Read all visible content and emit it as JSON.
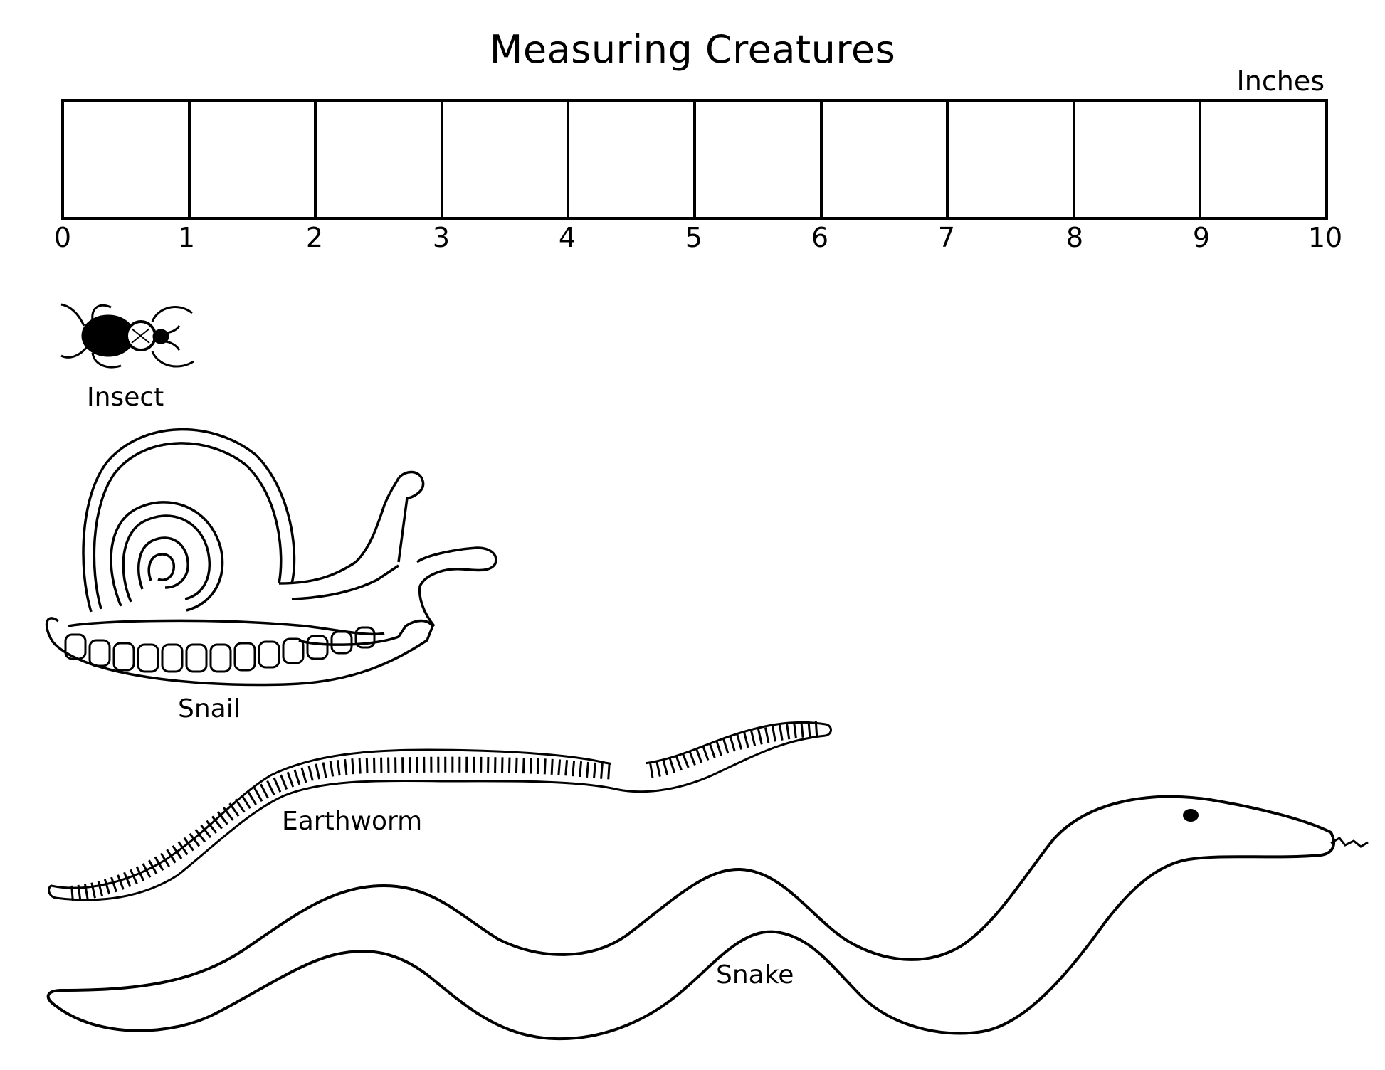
{
  "worksheet": {
    "title": "Measuring Creatures",
    "units_label": "Inches",
    "ruler": {
      "min": 0,
      "max": 10,
      "tick_labels": [
        "0",
        "1",
        "2",
        "3",
        "4",
        "5",
        "6",
        "7",
        "8",
        "9",
        "10"
      ]
    },
    "creatures": [
      {
        "name": "Insect",
        "icon": "beetle-icon"
      },
      {
        "name": "Snail",
        "icon": "snail-icon"
      },
      {
        "name": "Earthworm",
        "icon": "earthworm-icon"
      },
      {
        "name": "Snake",
        "icon": "snake-icon"
      }
    ]
  }
}
